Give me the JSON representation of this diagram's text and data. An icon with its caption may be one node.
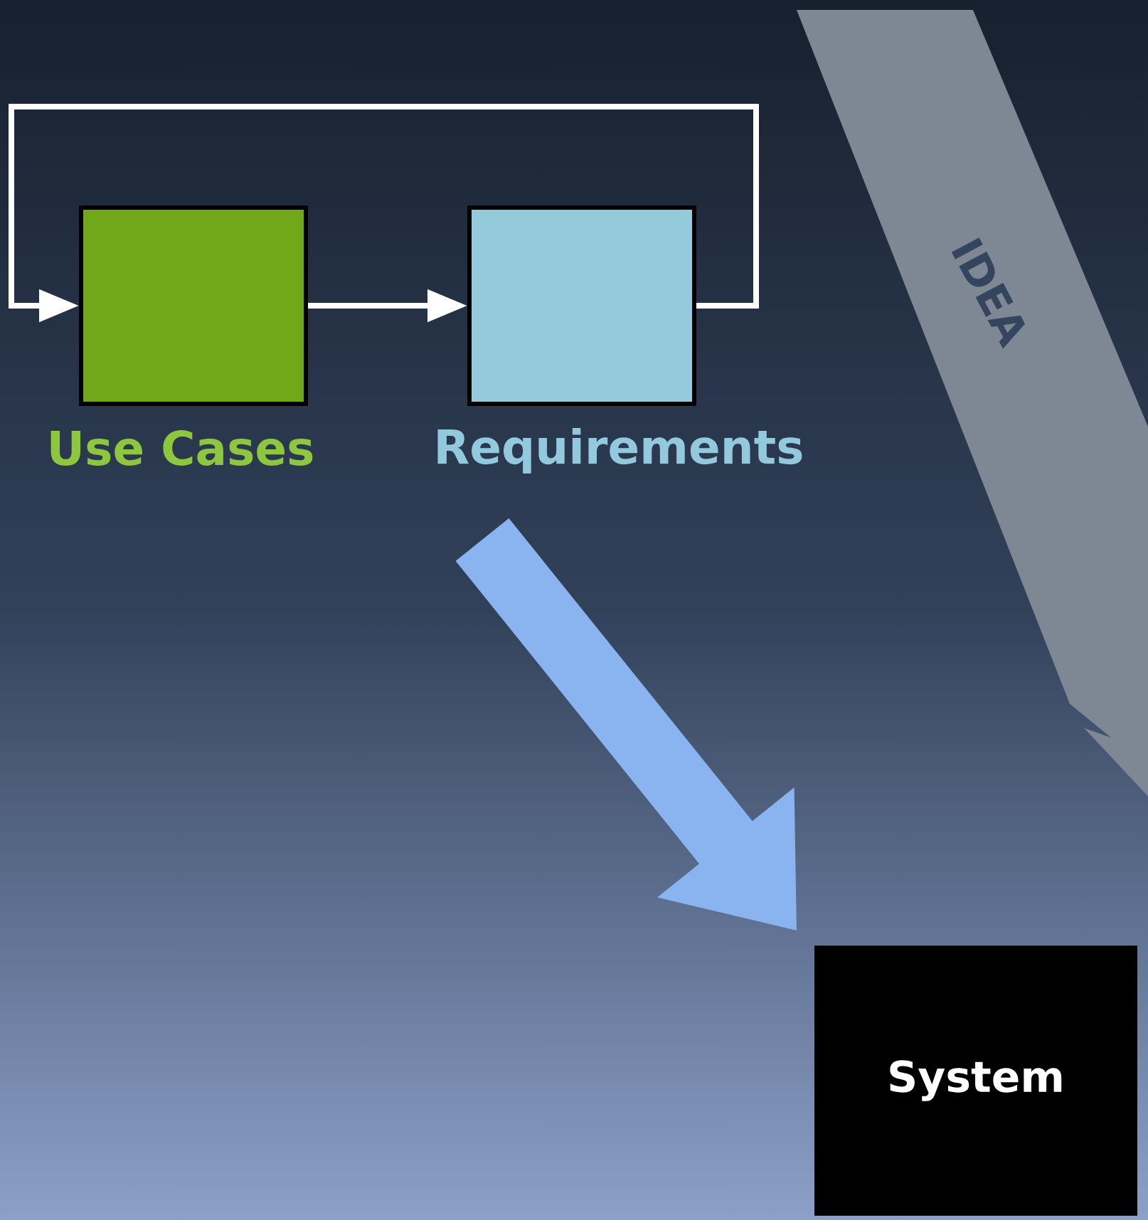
{
  "diagram": {
    "nodes": [
      {
        "text": [
          "Use Cases"
        ]
      },
      {
        "text": [
          "Requirements"
        ]
      },
      {
        "text": [
          "System"
        ]
      },
      {
        "text": [
          "IDEA"
        ]
      }
    ],
    "edges": [
      {
        "from": 0,
        "to": 1,
        "arrow": "to"
      },
      {
        "from": 1,
        "to": 0,
        "arrow": "to"
      },
      {
        "from": 1,
        "to": 2,
        "arrow": "to",
        "style": "thick",
        "color": "#8ab4f0"
      }
    ]
  }
}
